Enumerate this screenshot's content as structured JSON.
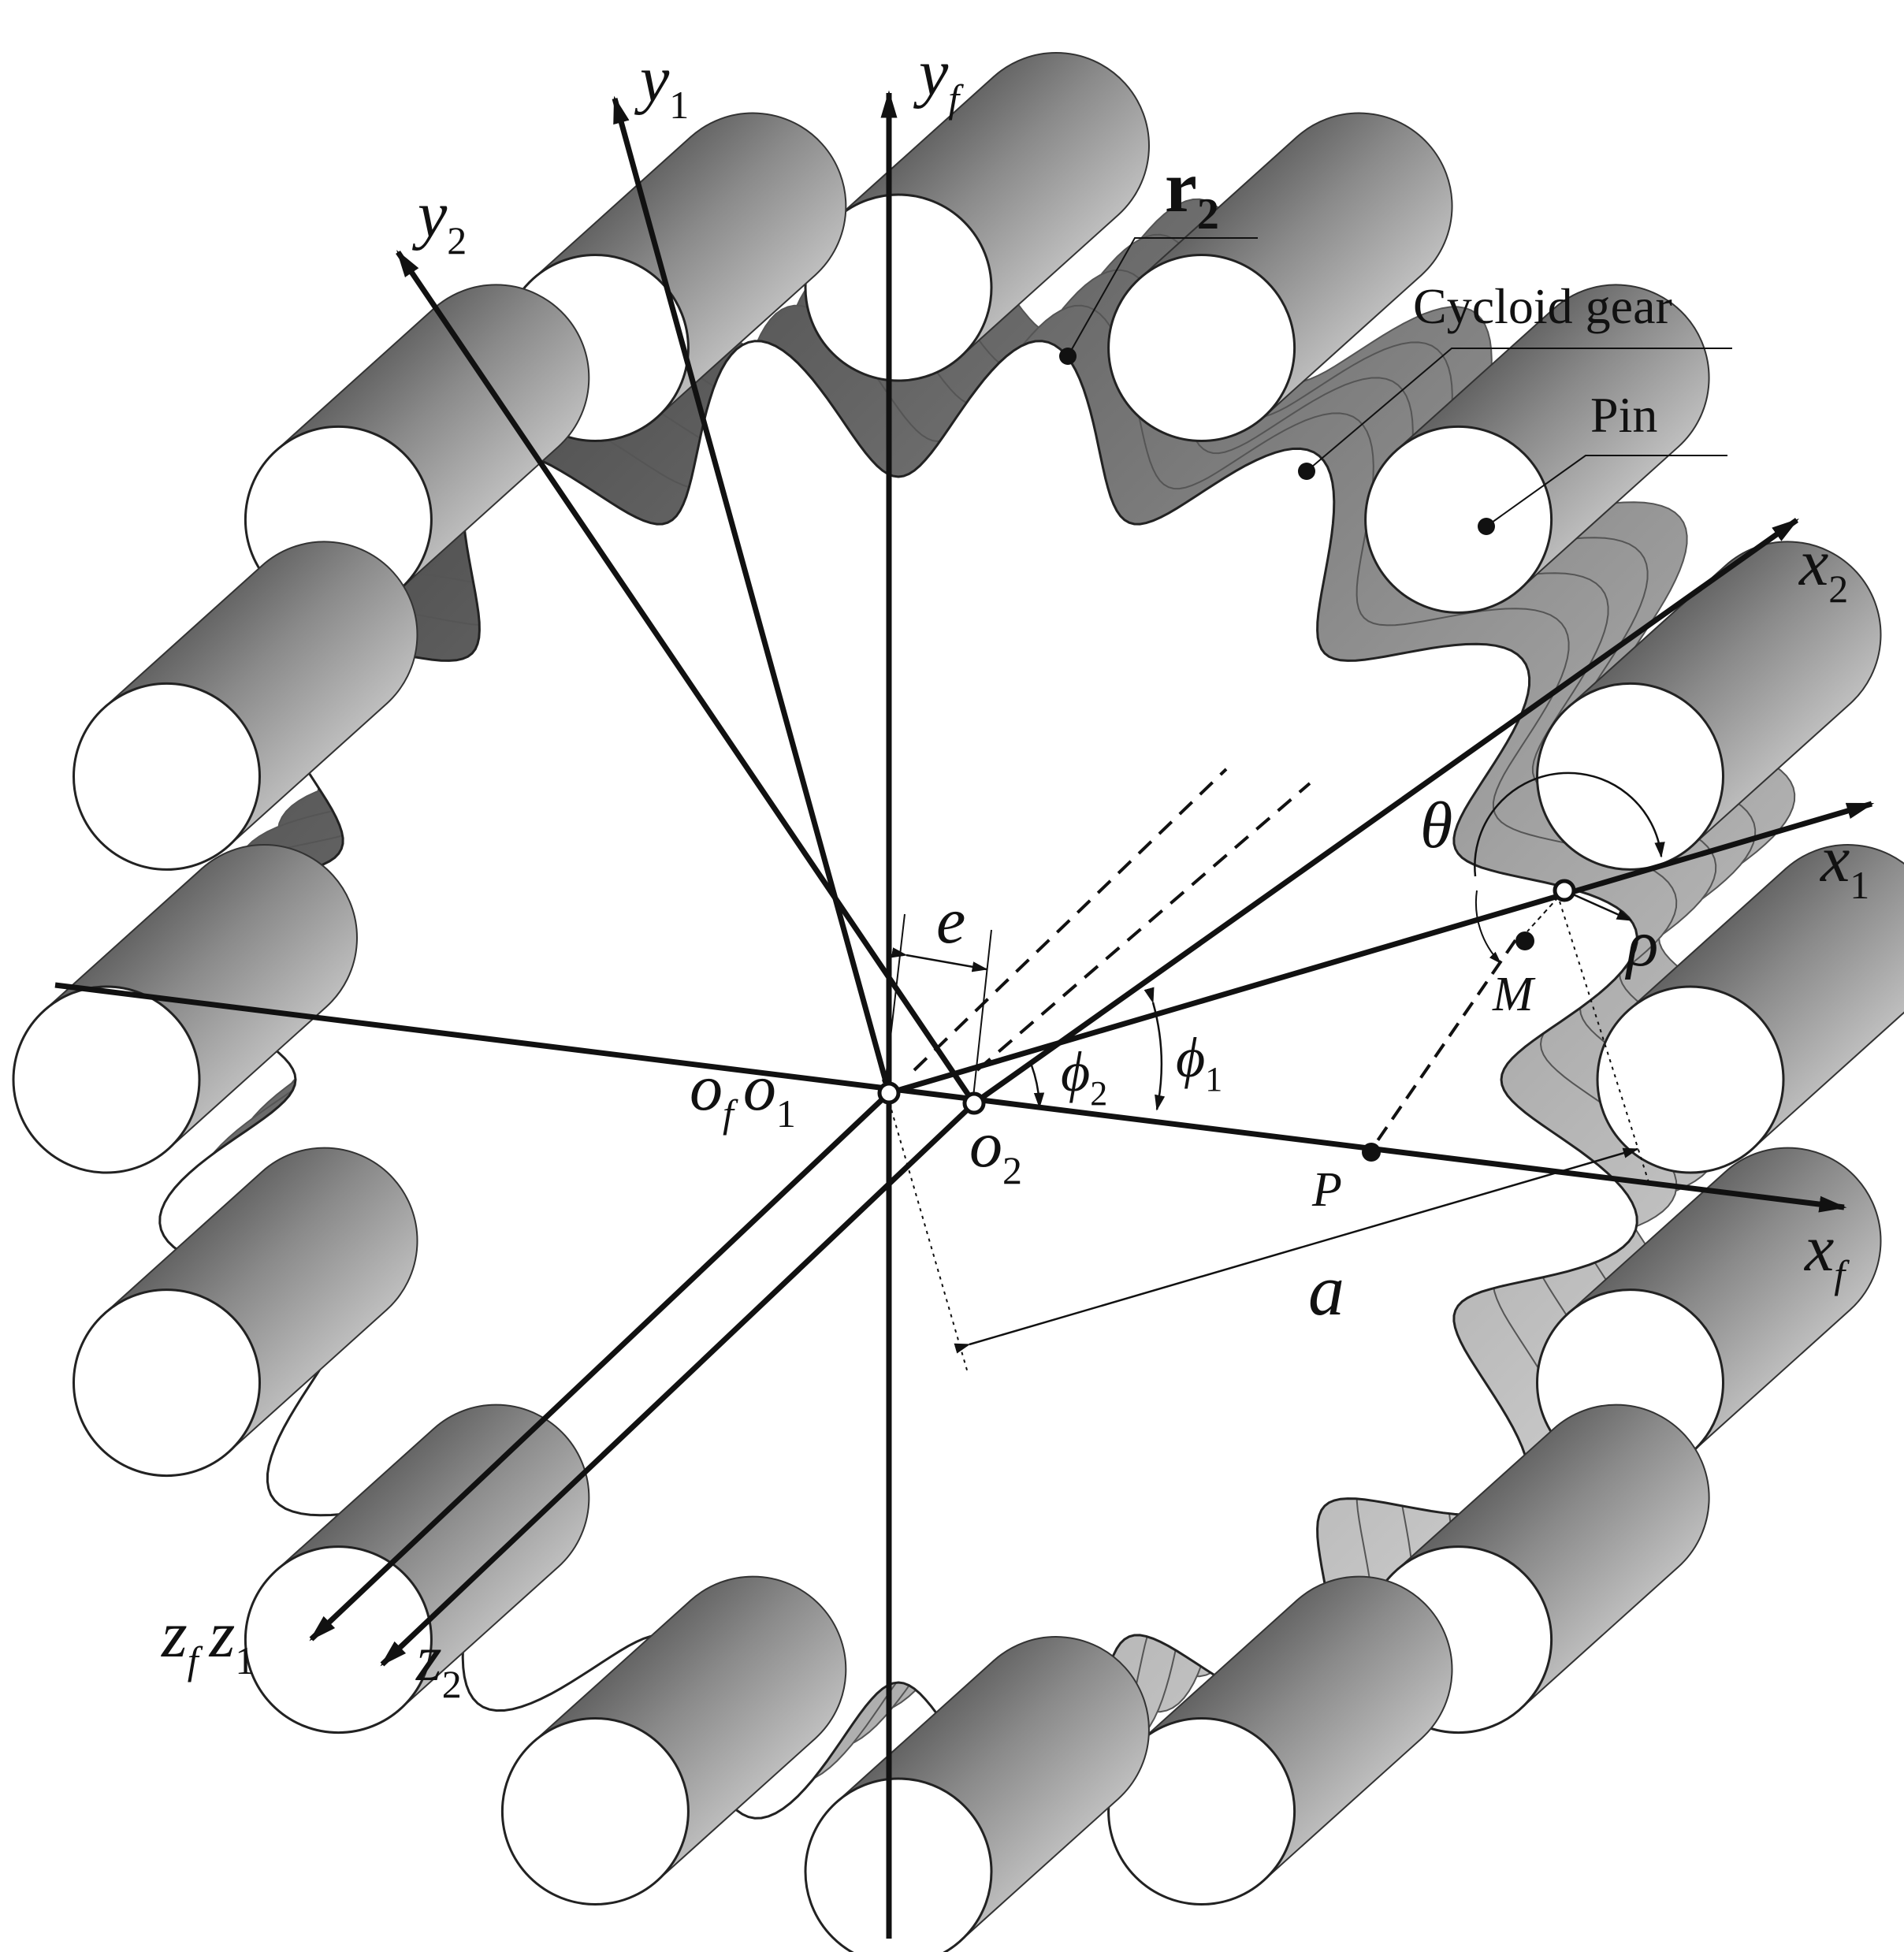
{
  "diagram": {
    "colors": {
      "ink": "#111111",
      "paper": "#ffffff",
      "cylinder_dark": "#2a2a2a",
      "cylinder_light": "#f4f4f4"
    },
    "axes": {
      "yf": {
        "base": "y",
        "sub": "f"
      },
      "y1": {
        "base": "y",
        "sub": "1"
      },
      "y2": {
        "base": "y",
        "sub": "2"
      },
      "x2": {
        "base": "x",
        "sub": "2"
      },
      "x1": {
        "base": "x",
        "sub": "1"
      },
      "xf": {
        "base": "x",
        "sub": "f"
      },
      "zf": {
        "base": "z",
        "sub": "f"
      },
      "z1": {
        "base": "z",
        "sub": "1"
      },
      "z2": {
        "base": "z",
        "sub": "2"
      }
    },
    "origins": {
      "of": {
        "base": "o",
        "sub": "f"
      },
      "o1": {
        "base": "o",
        "sub": "1"
      },
      "o2": {
        "base": "o",
        "sub": "2"
      }
    },
    "symbols": {
      "r2": {
        "base": "r",
        "sub": "2"
      },
      "theta": "θ",
      "rho": "ρ",
      "M": "M",
      "P": "P",
      "a": "a",
      "e": "e",
      "phi1": {
        "base": "ϕ",
        "sub": "1"
      },
      "phi2": {
        "base": "ϕ",
        "sub": "2"
      }
    },
    "callouts": {
      "cycloid_gear": "Cycloid gear",
      "pin": "Pin"
    }
  }
}
